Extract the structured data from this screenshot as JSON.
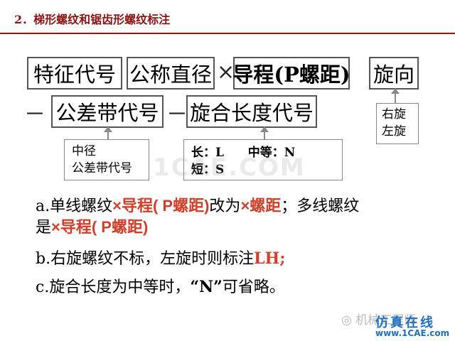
{
  "title": "2．梯形螺纹和锯齿形螺纹标注",
  "row1": {
    "box_feature_code": "特征代号",
    "box_nominal_diameter": "公称直径",
    "times": "×",
    "box_lead": "导程(P螺距)",
    "box_direction": "旋向"
  },
  "row2": {
    "dash1": "－",
    "box_tolerance_code": "公差带代号",
    "dash2": "－",
    "box_engagement_code": "旋合长度代号"
  },
  "callouts": {
    "tolerance_line1": "中径",
    "tolerance_line2": "公差带代号",
    "length_long": "长：L",
    "length_medium": "中等：N",
    "length_short": "短：S",
    "direction_line1": "右旋",
    "direction_line2": "左旋"
  },
  "notes": {
    "a_part1": "a.单线螺纹",
    "a_red1": "×导程( P螺距)",
    "a_part2": "改为",
    "a_red2": "×螺距",
    "a_part3": "；多线螺纹",
    "a_line2_part1": "是",
    "a_line2_red": "×导程( P螺距)",
    "b_part1": "b.右旋螺纹不标，左旋时则标注",
    "b_red": "LH",
    "b_part2": ";",
    "c_part1": "c.旋合长度为中等时，",
    "c_quoted": "“N”",
    "c_part2": "可省略。"
  },
  "watermark": "1CAE.COM",
  "wechat_label": "机械工程师",
  "brand": {
    "name": "仿真在线",
    "url": "www.1CAE.com"
  },
  "colors": {
    "title": "#8c1414",
    "rule": "#c00000",
    "accent": "#d0402a",
    "brand": "#1f6fc0"
  }
}
